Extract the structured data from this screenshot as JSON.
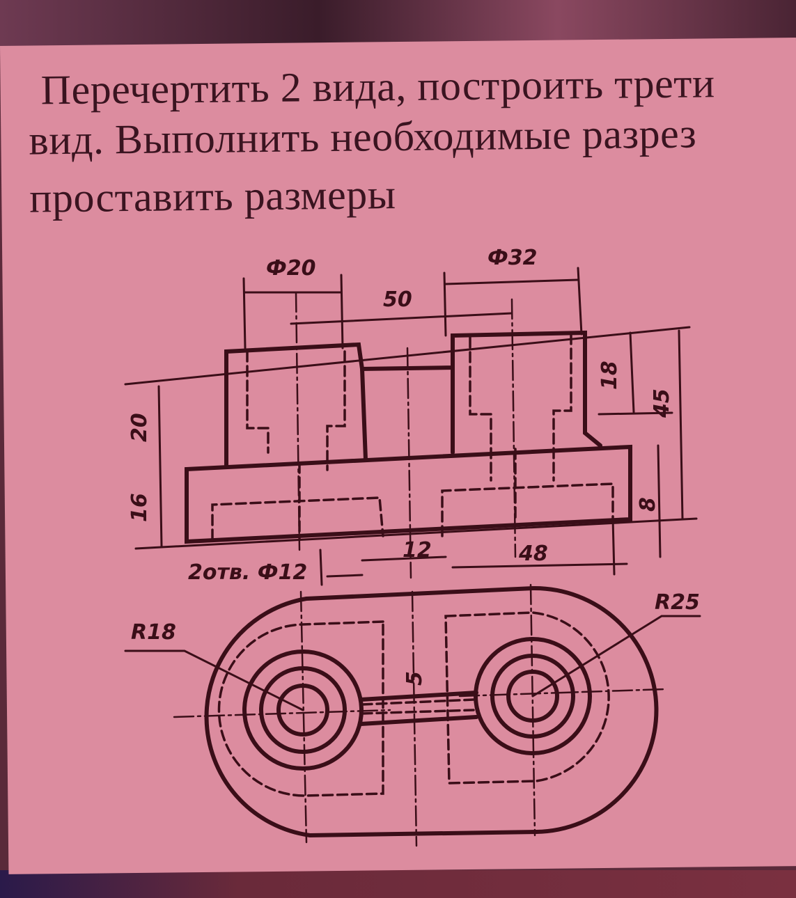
{
  "task": {
    "line1": "Перечертить 2 вида, построить трети",
    "line2": "вид. Выполнить необходимые разрез",
    "line3": "проставить размеры"
  },
  "dimensions": {
    "d20": "Ф20",
    "d32": "Ф32",
    "center_distance": "50",
    "h18": "18",
    "h45": "45",
    "h20": "20",
    "h16": "16",
    "h8": "8",
    "holes": "2отв. Ф12",
    "w12": "12",
    "w48": "48",
    "r18": "R18",
    "r25": "R25",
    "w5": "5"
  },
  "colors": {
    "paper": "#dc8c9f",
    "ink": "#3a0e18"
  }
}
